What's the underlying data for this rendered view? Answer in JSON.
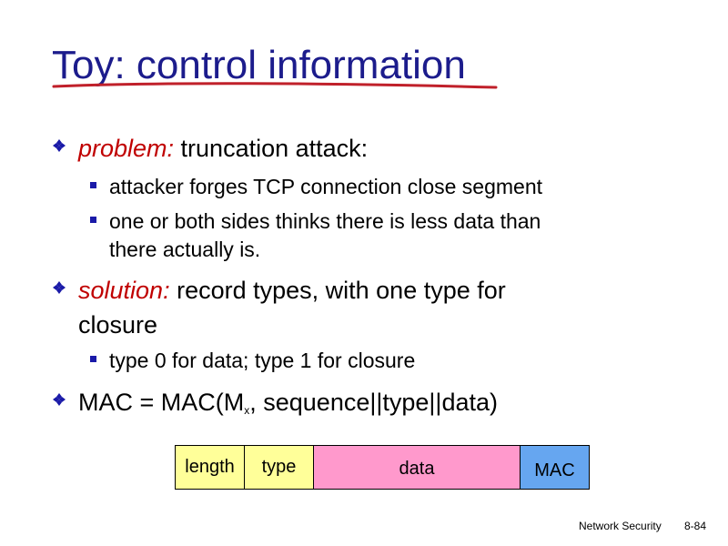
{
  "slide": {
    "title": "Toy: control information",
    "colors": {
      "title": "#1c1c8c",
      "underline": "#c0202a",
      "bullet": "#1a1aa8",
      "emphasis": "#c00000"
    },
    "bullets": [
      {
        "icon": "diamond-bullet-icon",
        "emphasis": "problem:",
        "text": " truncation attack:",
        "sub": [
          {
            "icon": "square-bullet-icon",
            "text": "attacker forges TCP connection close segment"
          },
          {
            "icon": "square-bullet-icon",
            "lines": [
              "one or both sides thinks there is less data than",
              "there actually is."
            ]
          }
        ]
      },
      {
        "icon": "diamond-bullet-icon",
        "emphasis": "solution:",
        "text": " record types, with one type for",
        "continuation": "closure",
        "sub": [
          {
            "icon": "square-bullet-icon",
            "text": "type 0 for data; type 1 for closure"
          }
        ]
      },
      {
        "icon": "diamond-bullet-icon",
        "prefix": "MAC = MAC(M",
        "subscript": "x",
        "suffix": ", sequence||type||data)"
      }
    ],
    "packet": {
      "fields": [
        {
          "label": "length",
          "color": "#ffff99"
        },
        {
          "label": "type",
          "color": "#ffff99"
        },
        {
          "label": "data",
          "color": "#ff99cc"
        },
        {
          "label": "MAC",
          "color": "#66a6f0"
        }
      ]
    },
    "footer": {
      "course": "Network Security",
      "page": "8-84"
    }
  }
}
